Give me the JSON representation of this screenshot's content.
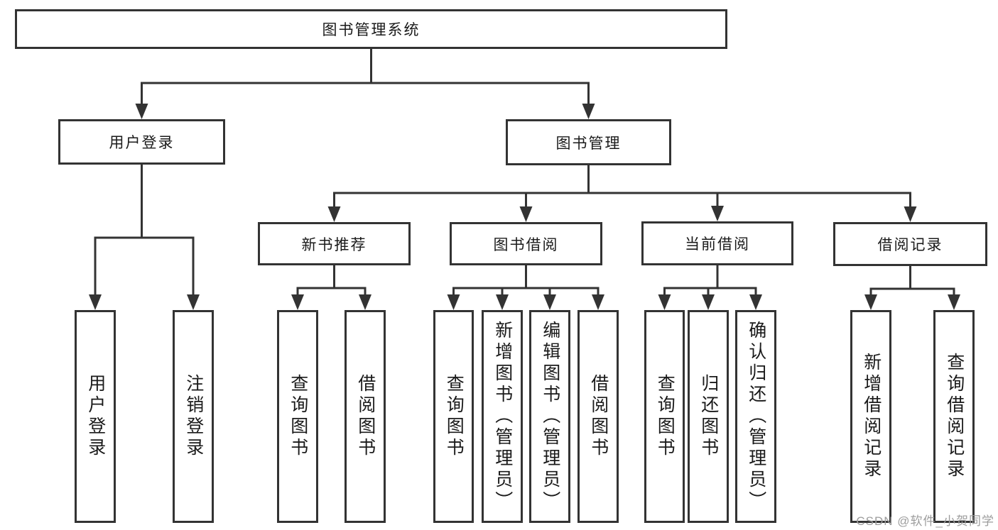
{
  "watermark": "CSDN @软件_小贺同学",
  "colors": {
    "line": "#333333",
    "box_border": "#333333",
    "text": "#1a1a1a",
    "watermark": "#9d9d9d",
    "background": "#ffffff"
  },
  "tree": {
    "id": "root",
    "label": "图书管理系统",
    "children": [
      {
        "id": "user_login",
        "label": "用户登录",
        "children": [
          {
            "id": "ul_login",
            "label": "用户登录"
          },
          {
            "id": "ul_logout",
            "label": "注销登录"
          }
        ]
      },
      {
        "id": "book_mgmt",
        "label": "图书管理",
        "children": [
          {
            "id": "new_book_rec",
            "label": "新书推荐",
            "children": [
              {
                "id": "nb_query",
                "label": "查询图书"
              },
              {
                "id": "nb_borrow",
                "label": "借阅图书"
              }
            ]
          },
          {
            "id": "book_borrow",
            "label": "图书借阅",
            "children": [
              {
                "id": "bb_query",
                "label": "查询图书"
              },
              {
                "id": "bb_add",
                "label": "新增图书（管理员）"
              },
              {
                "id": "bb_edit",
                "label": "编辑图书（管理员）"
              },
              {
                "id": "bb_borrow",
                "label": "借阅图书"
              }
            ]
          },
          {
            "id": "current_borrow",
            "label": "当前借阅",
            "children": [
              {
                "id": "cb_query",
                "label": "查询图书"
              },
              {
                "id": "cb_return",
                "label": "归还图书"
              },
              {
                "id": "cb_confirm",
                "label": "确认归还（管理员）"
              }
            ]
          },
          {
            "id": "borrow_records",
            "label": "借阅记录",
            "children": [
              {
                "id": "br_add",
                "label": "新增借阅记录"
              },
              {
                "id": "br_query",
                "label": "查询借阅记录"
              }
            ]
          }
        ]
      }
    ]
  }
}
